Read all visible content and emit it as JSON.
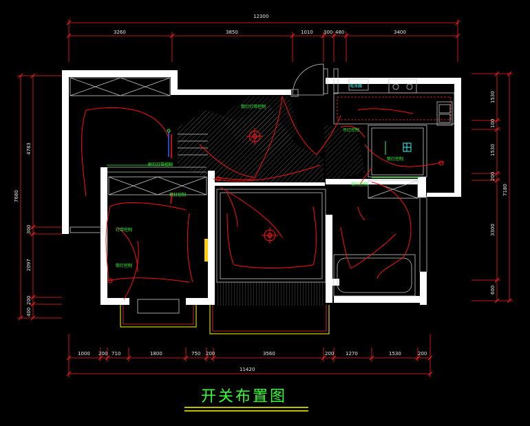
{
  "title": "开关布置图",
  "dims": {
    "top_total": "12300",
    "top": [
      "3260",
      "3850",
      "1010",
      "300",
      "480",
      "3400"
    ],
    "bottom_total": "11420",
    "bottom": [
      "1000",
      "200",
      "710",
      "1800",
      "750",
      "200",
      "3560",
      "200",
      "1270",
      "1530",
      "200"
    ],
    "left_total": "7680",
    "left": [
      "4783",
      "300",
      "2097",
      "200",
      "400"
    ],
    "right_total": "7180",
    "right": [
      "1530",
      "100",
      "1530",
      "200",
      "3300",
      "600"
    ]
  },
  "labels": {
    "l1": "筒灯灯带控制",
    "l2": "吊灯控制",
    "l3": "筒灯控制",
    "l4": "射灯灯带控制",
    "l5": "射灯控制",
    "l6": "灯带控制",
    "l7": "筒灯控制",
    "l8": "筒灯控制",
    "l9": "电冰箱"
  },
  "colors": {
    "background": "#000000",
    "wall": "#ffffff",
    "dimension": "#ff2020",
    "wire": "#ff1010",
    "label": "#33ff33",
    "furniture": "#c8c8c8",
    "title_underline": "#ffff00"
  }
}
